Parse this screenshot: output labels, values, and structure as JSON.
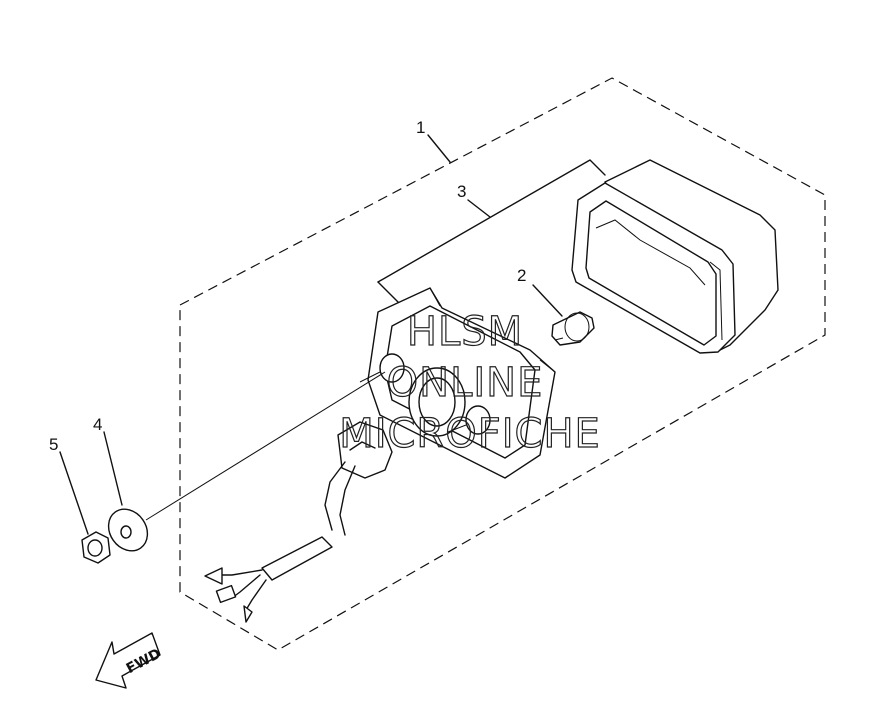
{
  "diagram": {
    "callouts": [
      {
        "id": "part-1",
        "label": "1"
      },
      {
        "id": "part-2",
        "label": "2"
      },
      {
        "id": "part-3",
        "label": "3"
      },
      {
        "id": "part-4",
        "label": "4"
      },
      {
        "id": "part-5",
        "label": "5"
      }
    ],
    "watermark": [
      "HLSM",
      "ONLINE",
      "MICROFICHE"
    ],
    "direction_label": "FWD"
  }
}
